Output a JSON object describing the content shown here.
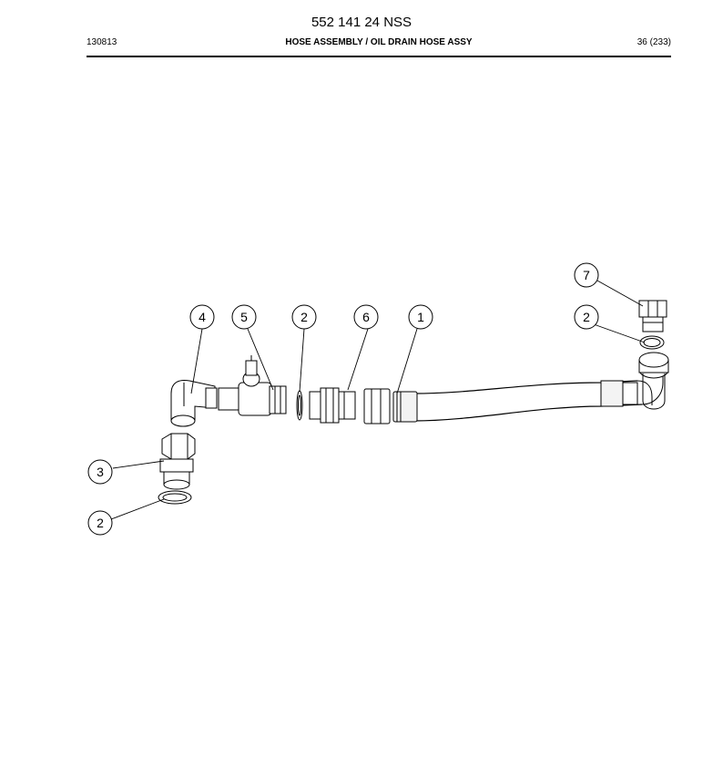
{
  "document": {
    "part_number": "552 141 24 NSS",
    "date_code": "130813",
    "title": "HOSE ASSEMBLY / OIL DRAIN HOSE ASSY",
    "page": "36 (233)"
  },
  "callouts": [
    {
      "label": "1"
    },
    {
      "label": "2"
    },
    {
      "label": "2"
    },
    {
      "label": "2"
    },
    {
      "label": "3"
    },
    {
      "label": "4"
    },
    {
      "label": "5"
    },
    {
      "label": "6"
    },
    {
      "label": "7"
    }
  ]
}
